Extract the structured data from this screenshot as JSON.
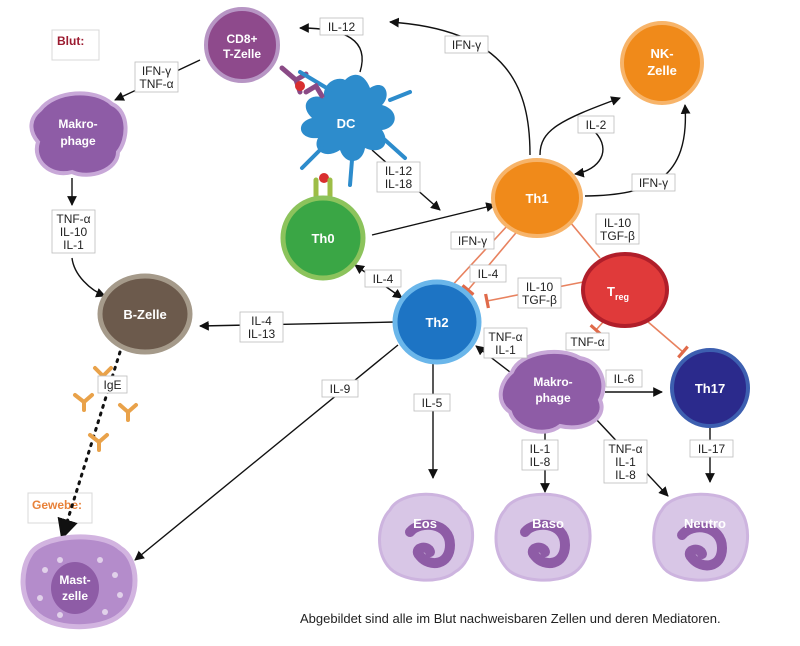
{
  "section_labels": {
    "blood": "Blut:",
    "tissue": "Gewebe:"
  },
  "section_colors": {
    "blood": "#9b1b30",
    "tissue": "#e8823a"
  },
  "cells": {
    "cd8": [
      "CD8+",
      "T-Zelle"
    ],
    "dc": "DC",
    "nk": [
      "NK-",
      "Zelle"
    ],
    "makrophage_top": [
      "Makro-",
      "phage"
    ],
    "th1": "Th1",
    "th0": "Th0",
    "treg_main": "T",
    "treg_sub": "reg",
    "th2": "Th2",
    "bzelle": "B-Zelle",
    "makrophage_mid": [
      "Makro-",
      "phage"
    ],
    "th17": "Th17",
    "eos": "Eos",
    "baso": "Baso",
    "neutro": "Neutro",
    "mast": [
      "Mast-",
      "zelle"
    ]
  },
  "mediators": {
    "il12_top": [
      "IL-12"
    ],
    "ifng_tnfa": [
      "IFN-γ",
      "TNF-α"
    ],
    "ifng_top": [
      "IFN-γ"
    ],
    "il2": [
      "IL-2"
    ],
    "il12_il18": [
      "IL-12",
      "IL-18"
    ],
    "ifng_right": [
      "IFN-γ"
    ],
    "tnfa_il10_il1": [
      "TNF-α",
      "IL-10",
      "IL-1"
    ],
    "il10_tgfb_upper": [
      "IL-10",
      "TGF-β"
    ],
    "ifng_mid": [
      "IFN-γ"
    ],
    "il4_mid": [
      "IL-4"
    ],
    "il4_left": [
      "IL-4"
    ],
    "il10_tgfb_mid": [
      "IL-10",
      "TGF-β"
    ],
    "il4_il13": [
      "IL-4",
      "IL-13"
    ],
    "tnfa_il1": [
      "TNF-α",
      "IL-1"
    ],
    "tnfa_right": [
      "TNF-α"
    ],
    "il9": [
      "IL-9"
    ],
    "ige": [
      "IgE"
    ],
    "il6": [
      "IL-6"
    ],
    "il5": [
      "IL-5"
    ],
    "il1_il8": [
      "IL-1",
      "IL-8"
    ],
    "tnfa_il1_il8": [
      "TNF-α",
      "IL-1",
      "IL-8"
    ],
    "il17": [
      "IL-17"
    ]
  },
  "caption": "Abgebildet sind alle im Blut nachweisbaren Zellen und deren Mediatoren."
}
